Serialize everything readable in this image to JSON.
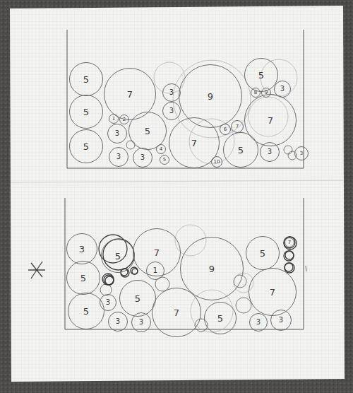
{
  "diagram": {
    "nodes": [
      {
        "text": [
          "5"
        ]
      },
      {
        "text": [
          "7"
        ]
      },
      {
        "text": [
          "3"
        ]
      },
      {
        "text": [
          "9"
        ]
      },
      {
        "text": [
          "5"
        ]
      },
      {
        "text": [
          "8"
        ]
      },
      {
        "text": [
          "9"
        ]
      },
      {
        "text": [
          "3"
        ]
      },
      {
        "text": [
          "5"
        ]
      },
      {
        "text": [
          "1"
        ]
      },
      {
        "text": [
          "2"
        ]
      },
      {
        "text": [
          "3"
        ]
      },
      {
        "text": [
          "3"
        ]
      },
      {
        "text": [
          "5"
        ]
      },
      {
        "text": [
          "7"
        ]
      },
      {
        "text": [
          "6"
        ]
      },
      {
        "text": [
          "7"
        ]
      },
      {
        "text": [
          "7"
        ]
      },
      {
        "text": [
          "5"
        ]
      },
      {
        "text": [
          "3"
        ]
      },
      {
        "text": [
          "3"
        ]
      },
      {
        "text": [
          "4"
        ]
      },
      {
        "text": [
          "5"
        ]
      },
      {
        "text": [
          "10"
        ]
      },
      {
        "text": [
          "5"
        ]
      },
      {
        "text": [
          "3"
        ]
      },
      {
        "text": [
          "3"
        ]
      },
      {
        "text": [
          "3"
        ]
      },
      {
        "text": [
          "5"
        ]
      },
      {
        "text": [
          "7"
        ]
      },
      {
        "text": [
          "9"
        ]
      },
      {
        "text": [
          "5"
        ]
      },
      {
        "text": [
          "7"
        ]
      },
      {
        "text": [
          "5"
        ]
      },
      {
        "text": [
          "1"
        ]
      },
      {
        "text": [
          "7"
        ]
      },
      {
        "text": [
          "3"
        ]
      },
      {
        "text": [
          "5"
        ]
      },
      {
        "text": [
          "5"
        ]
      },
      {
        "text": [
          "7"
        ]
      },
      {
        "text": [
          "5"
        ]
      },
      {
        "text": [
          "3"
        ]
      },
      {
        "text": [
          "3"
        ]
      },
      {
        "text": [
          "3"
        ]
      },
      {
        "text": [
          "3"
        ]
      }
    ]
  }
}
